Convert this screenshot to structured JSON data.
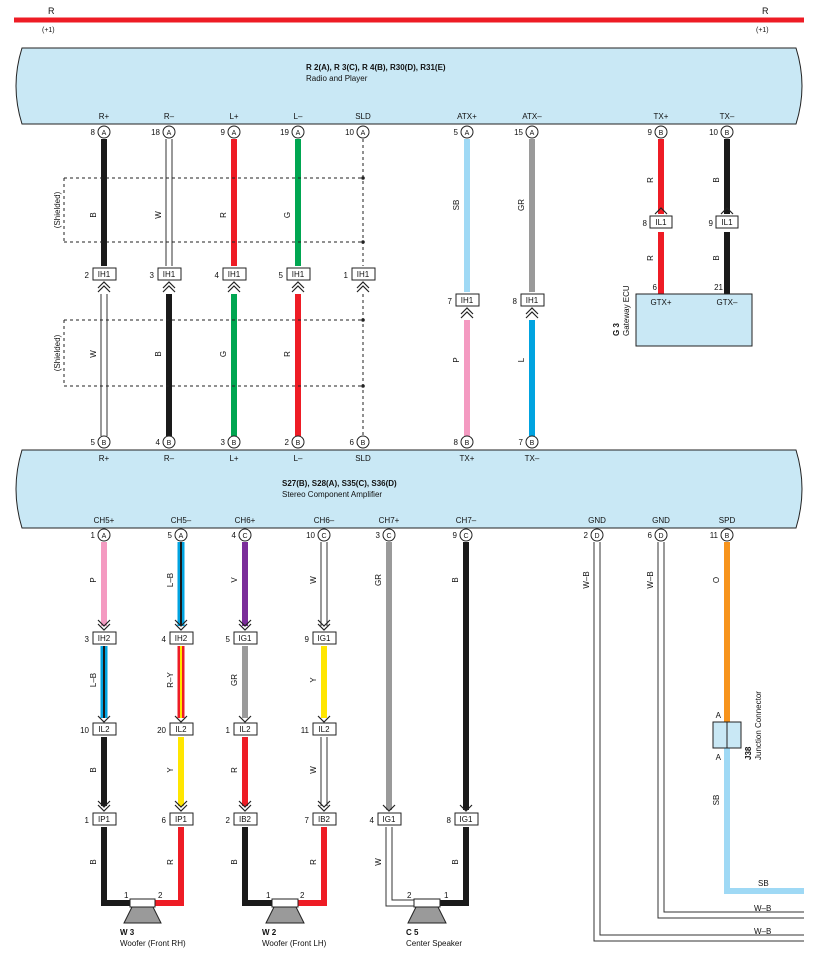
{
  "power": {
    "left_label": "R",
    "right_label": "R",
    "left_note": "(+1)",
    "right_note": "(+1)"
  },
  "radio": {
    "codes": "R 2(A), R 3(C), R 4(B), R30(D), R31(E)",
    "name": "Radio and Player",
    "pins": [
      {
        "label": "R+",
        "num": "8",
        "conn": "A"
      },
      {
        "label": "R–",
        "num": "18",
        "conn": "A"
      },
      {
        "label": "L+",
        "num": "9",
        "conn": "A"
      },
      {
        "label": "L–",
        "num": "19",
        "conn": "A"
      },
      {
        "label": "SLD",
        "num": "10",
        "conn": "A"
      },
      {
        "label": "ATX+",
        "num": "5",
        "conn": "A"
      },
      {
        "label": "ATX–",
        "num": "15",
        "conn": "A"
      },
      {
        "label": "TX+",
        "num": "9",
        "conn": "B"
      },
      {
        "label": "TX–",
        "num": "10",
        "conn": "B"
      }
    ]
  },
  "amp": {
    "codes": "S27(B), S28(A), S35(C), S36(D)",
    "name": "Stereo Component Amplifier",
    "top_pins": [
      {
        "label": "R+",
        "num": "5",
        "conn": "B"
      },
      {
        "label": "R–",
        "num": "4",
        "conn": "B"
      },
      {
        "label": "L+",
        "num": "3",
        "conn": "B"
      },
      {
        "label": "L–",
        "num": "2",
        "conn": "B"
      },
      {
        "label": "SLD",
        "num": "6",
        "conn": "B"
      },
      {
        "label": "TX+",
        "num": "8",
        "conn": "B"
      },
      {
        "label": "TX–",
        "num": "7",
        "conn": "B"
      }
    ],
    "bottom_pins": [
      {
        "label": "CH5+",
        "num": "1",
        "conn": "A"
      },
      {
        "label": "CH5–",
        "num": "5",
        "conn": "A"
      },
      {
        "label": "CH6+",
        "num": "4",
        "conn": "C"
      },
      {
        "label": "CH6–",
        "num": "10",
        "conn": "C"
      },
      {
        "label": "CH7+",
        "num": "3",
        "conn": "C"
      },
      {
        "label": "CH7–",
        "num": "9",
        "conn": "C"
      },
      {
        "label": "GND",
        "num": "2",
        "conn": "D"
      },
      {
        "label": "GND",
        "num": "6",
        "conn": "D"
      },
      {
        "label": "SPD",
        "num": "11",
        "conn": "B"
      }
    ]
  },
  "shielded_label": "(Shielded)",
  "gateway": {
    "code": "G 3",
    "name": "Gateway ECU",
    "pin_left": "GTX+",
    "pin_right": "GTX–",
    "num_left": "6",
    "num_right": "21"
  },
  "junction": {
    "code": "J38",
    "name": "Junction Connector",
    "pin_top": "A",
    "pin_bottom": "A"
  },
  "wire_labels": {
    "upper": [
      "B",
      "W",
      "R",
      "G",
      "SB",
      "GR",
      "R",
      "B",
      "R",
      "B"
    ],
    "middle": [
      "W",
      "B",
      "G",
      "R",
      "P",
      "L"
    ],
    "ch_a": [
      "P",
      "L–B",
      "V",
      "W",
      "GR",
      "B",
      "W–B",
      "W–B",
      "O"
    ],
    "ch_b": [
      "L–B",
      "R–Y",
      "GR",
      "Y"
    ],
    "ch_c": [
      "B",
      "Y",
      "R",
      "W",
      "SB"
    ],
    "ch_d": [
      "B",
      "R",
      "B",
      "R",
      "W",
      "B"
    ],
    "ground_right": [
      "SB",
      "W–B",
      "W–B"
    ]
  },
  "connectors": {
    "ih1": [
      {
        "num": "2",
        "name": "IH1"
      },
      {
        "num": "3",
        "name": "IH1"
      },
      {
        "num": "4",
        "name": "IH1"
      },
      {
        "num": "5",
        "name": "IH1"
      },
      {
        "num": "1",
        "name": "IH1"
      },
      {
        "num": "7",
        "name": "IH1"
      },
      {
        "num": "8",
        "name": "IH1"
      }
    ],
    "il1": [
      {
        "num": "8",
        "name": "IL1"
      },
      {
        "num": "9",
        "name": "IL1"
      }
    ],
    "row_a": [
      {
        "num": "3",
        "name": "IH2"
      },
      {
        "num": "4",
        "name": "IH2"
      },
      {
        "num": "5",
        "name": "IG1"
      },
      {
        "num": "9",
        "name": "IG1"
      }
    ],
    "row_b": [
      {
        "num": "10",
        "name": "IL2"
      },
      {
        "num": "20",
        "name": "IL2"
      },
      {
        "num": "1",
        "name": "IL2"
      },
      {
        "num": "11",
        "name": "IL2"
      }
    ],
    "row_c": [
      {
        "num": "1",
        "name": "IP1"
      },
      {
        "num": "6",
        "name": "IP1"
      },
      {
        "num": "2",
        "name": "IB2"
      },
      {
        "num": "7",
        "name": "IB2"
      },
      {
        "num": "4",
        "name": "IG1"
      },
      {
        "num": "8",
        "name": "IG1"
      }
    ]
  },
  "speakers": [
    {
      "code": "W 3",
      "name": "Woofer (Front RH)",
      "pin1": "1",
      "pin2": "2"
    },
    {
      "code": "W 2",
      "name": "Woofer (Front LH)",
      "pin1": "1",
      "pin2": "2"
    },
    {
      "code": "C 5",
      "name": "Center Speaker",
      "pin1": "1",
      "pin2": "2"
    }
  ],
  "colors": {
    "panel_fill": "#c9e8f5",
    "red": "#ee1c25",
    "black": "#1a1a1a",
    "green": "#00a651",
    "sky": "#9fd9f5",
    "gray": "#9a9a9a",
    "pink": "#f49ac1",
    "blue": "#00a3e0",
    "violet": "#7b2d9a",
    "yellow": "#ffe600",
    "orange": "#f7941d"
  }
}
